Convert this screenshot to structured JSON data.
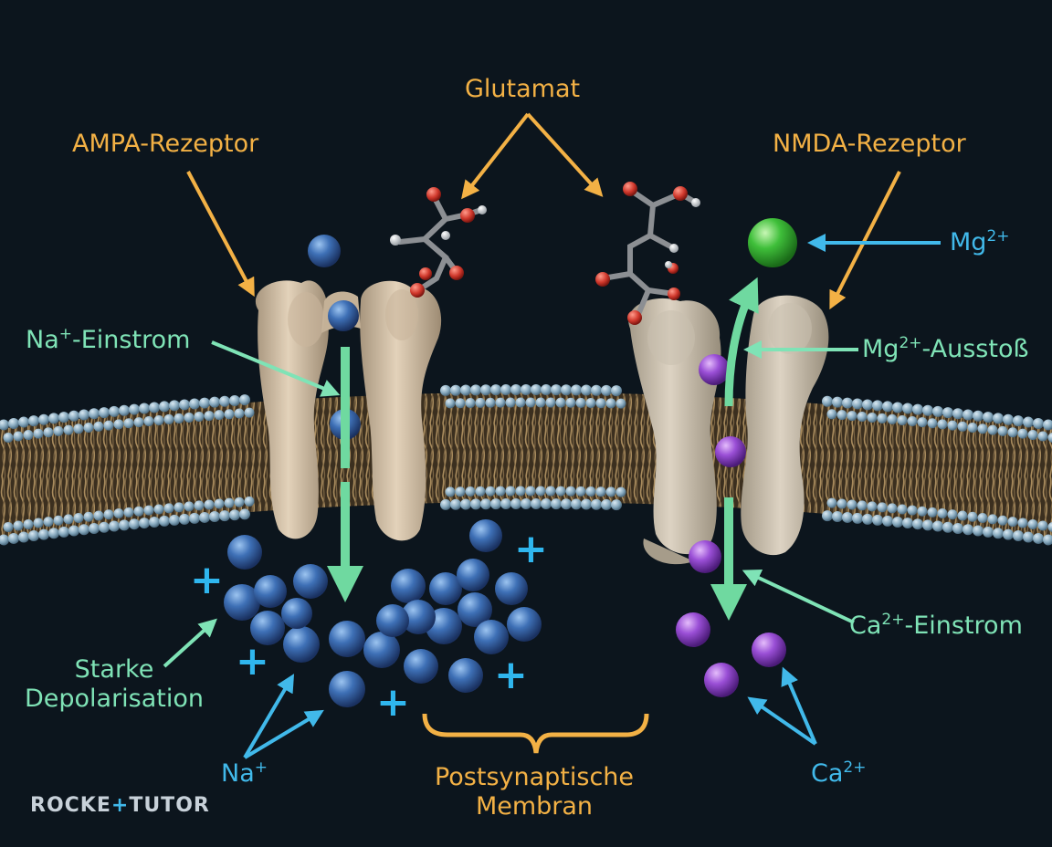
{
  "labels": {
    "glutamat": "Glutamat",
    "ampa": "AMPA-Rezeptor",
    "nmda": "NMDA-Rezeptor",
    "na_einstrom_base": "Na",
    "na_einstrom_sup": "+",
    "na_einstrom_rest": "-Einstrom",
    "mg_base": "Mg",
    "mg_sup": "2+",
    "mg_ausstoss_base": "Mg",
    "mg_ausstoss_sup": "2+",
    "mg_ausstoss_rest": "-Ausstoß",
    "ca_einstrom_base": "Ca",
    "ca_einstrom_sup": "2+",
    "ca_einstrom_rest": "-Einstrom",
    "starke_line1": "Starke",
    "starke_line2": "Depolarisation",
    "na_base": "Na",
    "na_sup": "+",
    "ca_base": "Ca",
    "ca_sup": "2+",
    "membran_line1": "Postsynaptische",
    "membran_line2": "Membran",
    "plus_sign": "+"
  },
  "logo": {
    "part1": "ROCKE",
    "accent": "+",
    "part2": "TUTOR"
  },
  "colors": {
    "background": "#0c151d",
    "label_orange": "#f3b145",
    "label_green": "#7fe3b6",
    "label_blue": "#41b9ea",
    "sodium_ion": "#3a6fb8",
    "calcium_ion": "#9b4fd8",
    "magnesium_ion": "#3fbf3a",
    "receptor": "#d8c6ad",
    "membrane_head": "#8fb2c6",
    "membrane_tail": "#9c8157"
  },
  "icons": {
    "sodium": "blue-sphere-icon",
    "calcium": "purple-sphere-icon",
    "magnesium": "green-sphere-icon",
    "glutamate": "ball-and-stick-molecule-icon"
  }
}
